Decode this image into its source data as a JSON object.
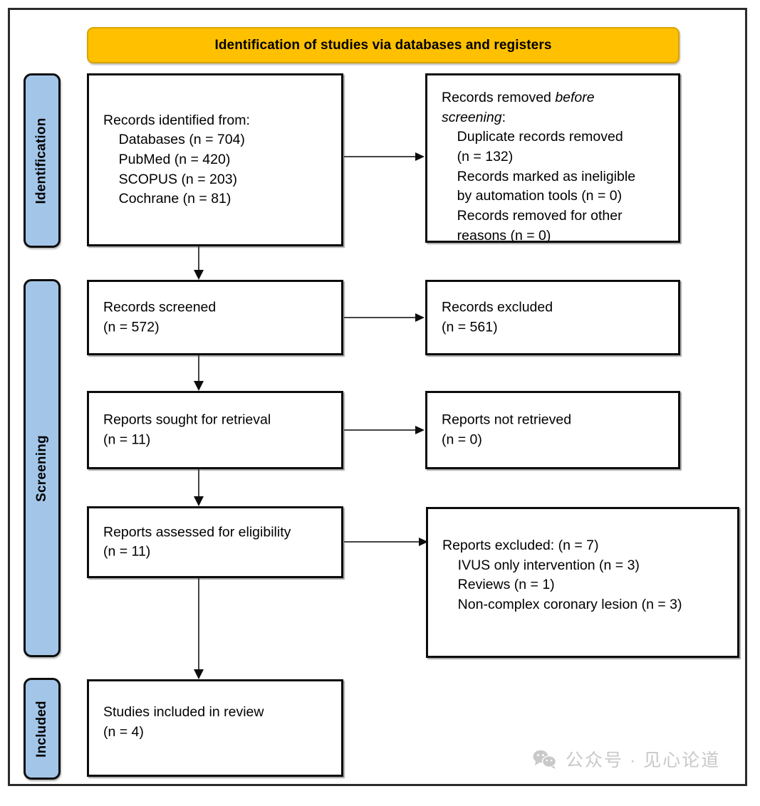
{
  "diagram": {
    "title": "Identification of studies via databases and registers",
    "colors": {
      "banner_fill": "#ffc000",
      "stage_fill": "#a3c6e8",
      "box_border": "#0d0d0d",
      "frame_border": "#2b2b2b",
      "watermark": "#c9c9c9"
    },
    "stages": [
      {
        "label": "Identification"
      },
      {
        "label": "Screening"
      },
      {
        "label": "Included"
      }
    ],
    "boxes": {
      "identified": {
        "line1": "Records identified from:",
        "line2": "    Databases (n = 704)",
        "line3": "    PubMed (n = 420)",
        "line4": "    SCOPUS (n = 203)",
        "line5": "    Cochrane (n = 81)"
      },
      "removed_before_screening": {
        "lead": "Records removed ",
        "lead_italic": "before",
        "italic_second": "screening",
        "colon": ":",
        "line3": "    Duplicate records removed",
        "line4": "    (n = 132)",
        "line5": "    Records marked as ineligible",
        "line6": "    by automation tools (n = 0)",
        "line7": "    Records removed for other",
        "line8": "    reasons (n = 0)"
      },
      "records_screened": {
        "line1": "Records screened",
        "line2": "(n = 572)"
      },
      "records_excluded": {
        "line1": "Records excluded",
        "line2": "(n = 561)"
      },
      "reports_sought": {
        "line1": "Reports sought for retrieval",
        "line2": "(n = 11)"
      },
      "reports_not_retrieved": {
        "line1": "Reports not retrieved",
        "line2": "(n = 0)"
      },
      "reports_assessed": {
        "line1": "Reports assessed for eligibility",
        "line2": "(n = 11)"
      },
      "reports_excluded": {
        "line1": "Reports excluded: (n = 7)",
        "line2": "    IVUS only intervention (n = 3)",
        "line3": "    Reviews (n = 1)",
        "line4": "    Non-complex coronary lesion (n = 3)"
      },
      "studies_included": {
        "line1": "Studies included in review",
        "line2": "(n = 4)"
      }
    },
    "watermark": {
      "text": "公众号 · 见心论道",
      "icon": "wechat-icon"
    }
  },
  "chart_data": {
    "type": "diagram",
    "title": "Identification of studies via databases and registers",
    "nodes": [
      {
        "id": "identified",
        "stage": "Identification",
        "label": "Records identified from: Databases (n = 704), PubMed (n = 420), SCOPUS (n = 203), Cochrane (n = 81)",
        "n": 704
      },
      {
        "id": "removed_before_screening",
        "stage": "Identification",
        "label": "Records removed before screening: Duplicate records removed (n = 132); Records marked as ineligible by automation tools (n = 0); Records removed for other reasons (n = 0)",
        "n": 132
      },
      {
        "id": "records_screened",
        "stage": "Screening",
        "label": "Records screened",
        "n": 572
      },
      {
        "id": "records_excluded",
        "stage": "Screening",
        "label": "Records excluded",
        "n": 561
      },
      {
        "id": "reports_sought",
        "stage": "Screening",
        "label": "Reports sought for retrieval",
        "n": 11
      },
      {
        "id": "reports_not_retrieved",
        "stage": "Screening",
        "label": "Reports not retrieved",
        "n": 0
      },
      {
        "id": "reports_assessed",
        "stage": "Screening",
        "label": "Reports assessed for eligibility",
        "n": 11
      },
      {
        "id": "reports_excluded",
        "stage": "Screening",
        "label": "Reports excluded: IVUS only intervention (n = 3); Reviews (n = 1); Non-complex coronary lesion (n = 3)",
        "n": 7
      },
      {
        "id": "studies_included",
        "stage": "Included",
        "label": "Studies included in review",
        "n": 4
      }
    ],
    "edges": [
      {
        "from": "identified",
        "to": "removed_before_screening",
        "direction": "right"
      },
      {
        "from": "identified",
        "to": "records_screened",
        "direction": "down"
      },
      {
        "from": "records_screened",
        "to": "records_excluded",
        "direction": "right"
      },
      {
        "from": "records_screened",
        "to": "reports_sought",
        "direction": "down"
      },
      {
        "from": "reports_sought",
        "to": "reports_not_retrieved",
        "direction": "right"
      },
      {
        "from": "reports_sought",
        "to": "reports_assessed",
        "direction": "down"
      },
      {
        "from": "reports_assessed",
        "to": "reports_excluded",
        "direction": "right"
      },
      {
        "from": "reports_assessed",
        "to": "studies_included",
        "direction": "down"
      }
    ]
  }
}
